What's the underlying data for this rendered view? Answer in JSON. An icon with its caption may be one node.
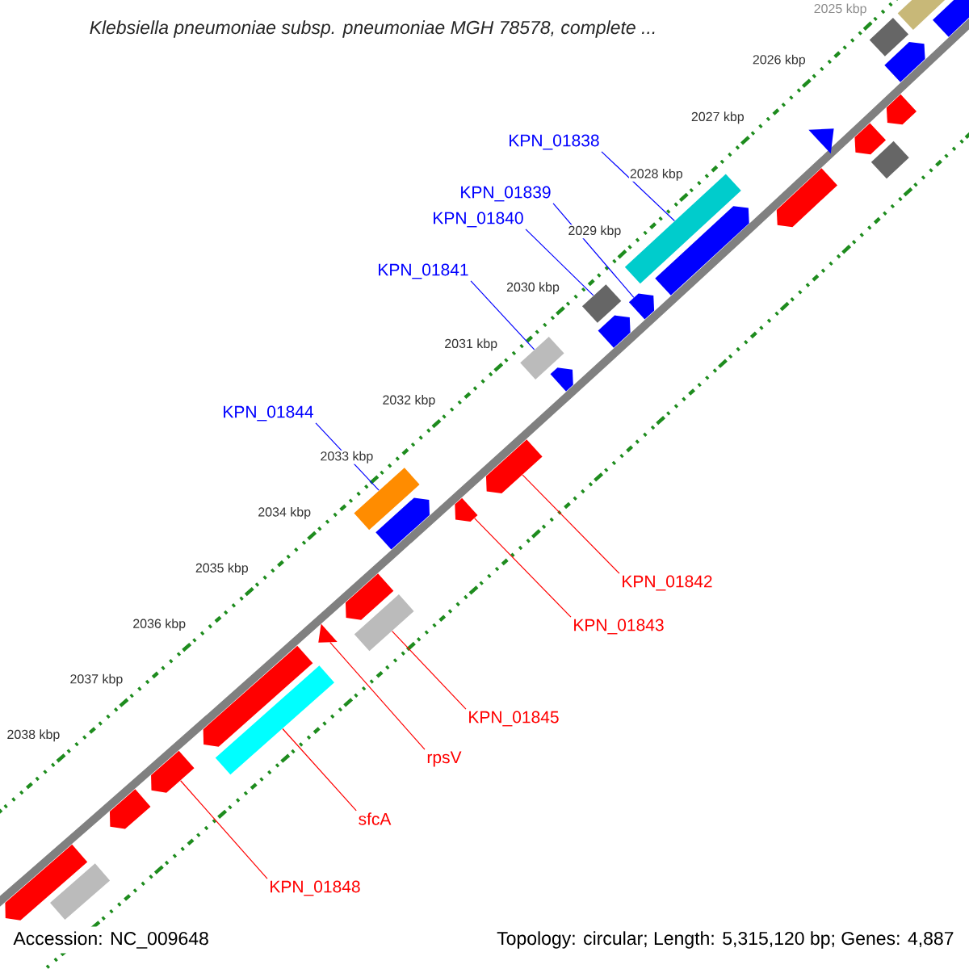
{
  "diagram": {
    "title": "Klebsiella pneumoniae subsp. pneumoniae MGH 78578, complete ...",
    "nodes": [
      {
        "text": [
          "KPN_01838"
        ]
      },
      {
        "text": [],
        "shape": "box"
      },
      {
        "text": [
          "KPN_01839"
        ]
      },
      {
        "text": [],
        "shape": "arrow"
      },
      {
        "text": [
          "KPN_01840"
        ]
      },
      {
        "text": [],
        "shape": "box"
      },
      {
        "text": [
          "KPN_01841"
        ]
      },
      {
        "text": [],
        "shape": "box"
      },
      {
        "text": [
          "KPN_01844"
        ]
      },
      {
        "text": [],
        "shape": "box"
      },
      {
        "text": [
          "KPN_01842"
        ]
      },
      {
        "text": [],
        "shape": "arrow"
      },
      {
        "text": [
          "KPN_01843"
        ]
      },
      {
        "text": [],
        "shape": "arrow"
      },
      {
        "text": [
          "KPN_01845"
        ]
      },
      {
        "text": [],
        "shape": "box"
      },
      {
        "text": [
          "rpsV"
        ]
      },
      {
        "text": [],
        "shape": "triangle"
      },
      {
        "text": [
          "sfcA"
        ]
      },
      {
        "text": [],
        "shape": "box"
      },
      {
        "text": [
          "KPN_01848"
        ]
      },
      {
        "text": [],
        "shape": "arrow"
      },
      {
        "text": [],
        "shape": "arrow"
      },
      {
        "text": [],
        "shape": "box"
      },
      {
        "text": [],
        "shape": "box"
      },
      {
        "text": [],
        "shape": "arrow"
      },
      {
        "text": [],
        "shape": "arrow"
      },
      {
        "text": [],
        "shape": "arrow"
      },
      {
        "text": [],
        "shape": "box"
      },
      {
        "text": [],
        "shape": "triangle"
      },
      {
        "text": [],
        "shape": "arrow"
      },
      {
        "text": [],
        "shape": "arrow"
      },
      {
        "text": [],
        "shape": "arrow"
      },
      {
        "text": [],
        "shape": "arrow"
      },
      {
        "text": [],
        "shape": "arrow"
      },
      {
        "text": [],
        "shape": "arrow"
      },
      {
        "text": [],
        "shape": "arrow"
      },
      {
        "text": [],
        "shape": "arrow"
      },
      {
        "text": [],
        "shape": "arrow"
      },
      {
        "text": [],
        "shape": "box"
      }
    ],
    "edges": [
      {
        "from": 0,
        "to": 1,
        "arrow": "none",
        "color": "#0000ff"
      },
      {
        "from": 2,
        "to": 3,
        "arrow": "none",
        "color": "#0000ff"
      },
      {
        "from": 4,
        "to": 5,
        "arrow": "none",
        "color": "#0000ff"
      },
      {
        "from": 6,
        "to": 7,
        "arrow": "none",
        "color": "#0000ff"
      },
      {
        "from": 8,
        "to": 9,
        "arrow": "none",
        "color": "#0000ff"
      },
      {
        "from": 10,
        "to": 11,
        "arrow": "none"
      },
      {
        "from": 12,
        "to": 13,
        "arrow": "none"
      },
      {
        "from": 14,
        "to": 15,
        "arrow": "none"
      },
      {
        "from": 16,
        "to": 17,
        "arrow": "none"
      },
      {
        "from": 18,
        "to": 19,
        "arrow": "none"
      },
      {
        "from": 20,
        "to": 21,
        "arrow": "none"
      }
    ],
    "labels": [
      "2025 kbp",
      "2026 kbp",
      "2027 kbp",
      "2028 kbp",
      "2029 kbp",
      "2030 kbp",
      "2031 kbp",
      "2032 kbp",
      "2033 kbp",
      "2034 kbp",
      "2035 kbp",
      "2036 kbp",
      "2037 kbp",
      "2038 kbp",
      "Accession: NC_009648",
      "Topology: circular; Length: 5,315,120 bp; Genes: 4,887"
    ]
  }
}
